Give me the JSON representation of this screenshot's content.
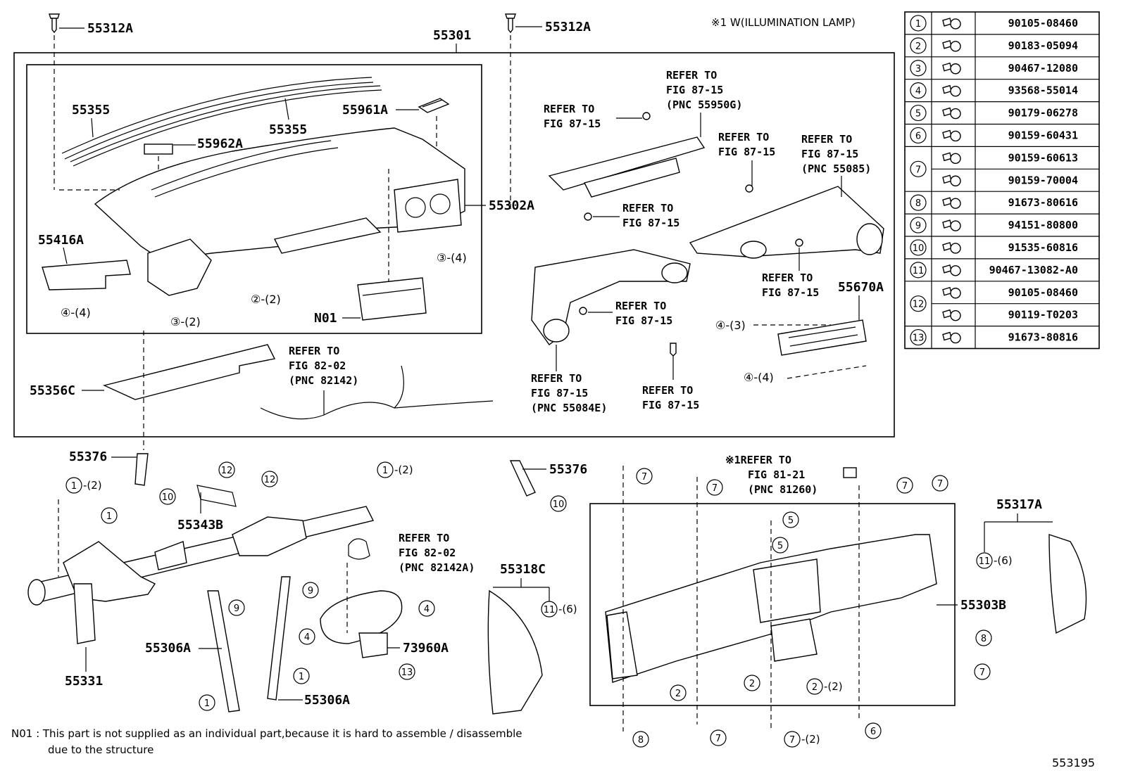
{
  "header": {
    "illumination_note": "※1  W(ILLUMINATION LAMP)"
  },
  "labels": {
    "p55312A_left": "55312A",
    "p55312A_right": "55312A",
    "p55301": "55301",
    "p55355_a": "55355",
    "p55355_b": "55355",
    "p55961A": "55961A",
    "p55962A": "55962A",
    "p55302A": "55302A",
    "p55416A": "55416A",
    "pN01": "N01",
    "p55356C": "55356C",
    "p55670A": "55670A",
    "p55376_left": "55376",
    "p55376_right": "55376",
    "p55343B": "55343B",
    "p55306A_a": "55306A",
    "p55306A_b": "55306A",
    "p55331": "55331",
    "p73960A": "73960A",
    "p55318C": "55318C",
    "p55303B": "55303B",
    "p55317A": "55317A"
  },
  "refers": {
    "r1": [
      "REFER TO",
      "FIG 87-15",
      "(PNC 55950G)"
    ],
    "r2": [
      "REFER TO",
      "FIG 87-15"
    ],
    "r3": [
      "REFER TO",
      "FIG 87-15"
    ],
    "r4": [
      "REFER TO",
      "FIG 87-15",
      "(PNC 55085)"
    ],
    "r5": [
      "REFER TO",
      "FIG 87-15"
    ],
    "r6": [
      "REFER TO",
      "FIG 87-15"
    ],
    "r7": [
      "REFER TO",
      "FIG 87-15"
    ],
    "r8": [
      "REFER TO",
      "FIG 87-15",
      "(PNC 55084E)"
    ],
    "r9": [
      "REFER TO",
      "FIG 87-15"
    ],
    "r10": [
      "REFER TO",
      "FIG 82-02",
      "(PNC 82142)"
    ],
    "r11": [
      "REFER TO",
      "FIG 82-02",
      "(PNC 82142A)"
    ],
    "r12": [
      "※1REFER TO",
      "FIG 81-21",
      "(PNC 81260)"
    ]
  },
  "callouts": {
    "c3_4": "③-(4)",
    "c4_4_left": "④-(4)",
    "c2_2_mid": "②-(2)",
    "c3_2": "③-(2)",
    "c4_3": "④-(3)",
    "c4_4_right": "④-(4)"
  },
  "qty": {
    "q1": "-(2)",
    "q2": "-(2)",
    "q3": "-(6)",
    "q4": "-(6)",
    "q5": "-(2)",
    "q6": "-(2)"
  },
  "nums": {
    "n1": "1",
    "n2": "2",
    "n3": "3",
    "n4": "4",
    "n5": "5",
    "n6": "6",
    "n7": "7",
    "n8": "8",
    "n9": "9",
    "n10": "10",
    "n11": "11",
    "n12": "12",
    "n13": "13"
  },
  "fastener_table": {
    "rows": [
      {
        "num": "1",
        "parts": [
          "90105-08460"
        ]
      },
      {
        "num": "2",
        "parts": [
          "90183-05094"
        ]
      },
      {
        "num": "3",
        "parts": [
          "90467-12080"
        ]
      },
      {
        "num": "4",
        "parts": [
          "93568-55014"
        ]
      },
      {
        "num": "5",
        "parts": [
          "90179-06278"
        ]
      },
      {
        "num": "6",
        "parts": [
          "90159-60431"
        ]
      },
      {
        "num": "7",
        "parts": [
          "90159-60613",
          "90159-70004"
        ]
      },
      {
        "num": "8",
        "parts": [
          "91673-80616"
        ]
      },
      {
        "num": "9",
        "parts": [
          "94151-80800"
        ]
      },
      {
        "num": "10",
        "parts": [
          "91535-60816"
        ]
      },
      {
        "num": "11",
        "parts": [
          "90467-13082-A0"
        ]
      },
      {
        "num": "12",
        "parts": [
          "90105-08460",
          "90119-T0203"
        ]
      },
      {
        "num": "13",
        "parts": [
          "91673-80816"
        ]
      }
    ]
  },
  "footnote": {
    "line1": "N01 : This part is not supplied as an individual part,because it is hard to assemble / disassemble",
    "line2": "due to the structure"
  },
  "figure_id": "553195"
}
